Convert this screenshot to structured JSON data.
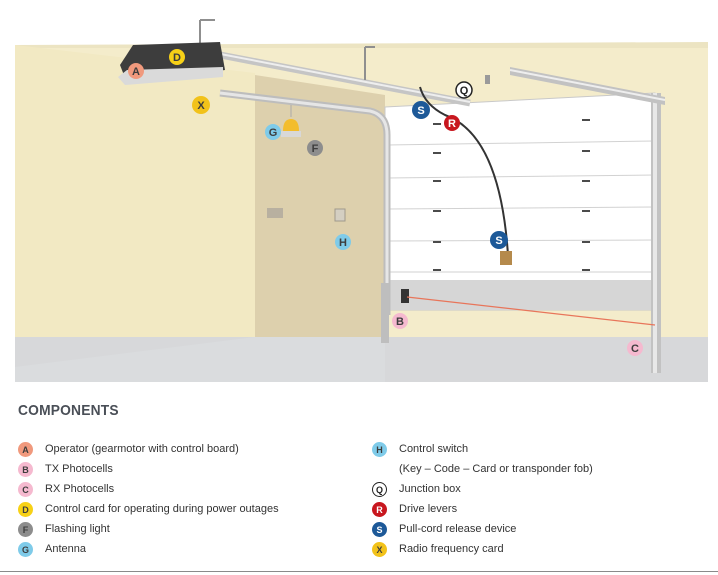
{
  "title": "COMPONENTS",
  "colors": {
    "A": "#f0997d",
    "B": "#f5b9cf",
    "C": "#f5b9cf",
    "D": "#f7d117",
    "F": "#8d8d8d",
    "G": "#7fcbe9",
    "H": "#7fcbe9",
    "Q": "#ffffff",
    "R": "#c8171f",
    "S": "#1d5998",
    "X": "#f2c21a"
  },
  "legend_left": [
    {
      "letter": "A",
      "text": "Operator (gearmotor with control board)"
    },
    {
      "letter": "B",
      "text": "TX Photocells"
    },
    {
      "letter": "C",
      "text": "RX Photocells"
    },
    {
      "letter": "D",
      "text": "Control card for operating during power outages"
    },
    {
      "letter": "F",
      "text": "Flashing light"
    },
    {
      "letter": "G",
      "text": "Antenna"
    }
  ],
  "legend_right": [
    {
      "letter": "H",
      "text": "Control switch",
      "subtext": "(Key – Code – Card or transponder fob)"
    },
    {
      "letter": "Q",
      "text": "Junction box"
    },
    {
      "letter": "R",
      "text": "Drive levers"
    },
    {
      "letter": "S",
      "text": "Pull-cord release device"
    },
    {
      "letter": "X",
      "text": "Radio frequency card"
    }
  ],
  "badges": {
    "A": "A",
    "D": "D",
    "X": "X",
    "G": "G",
    "F": "F",
    "H": "H",
    "S1": "S",
    "S2": "S",
    "Q": "Q",
    "R": "R",
    "B": "B",
    "C": "C"
  }
}
